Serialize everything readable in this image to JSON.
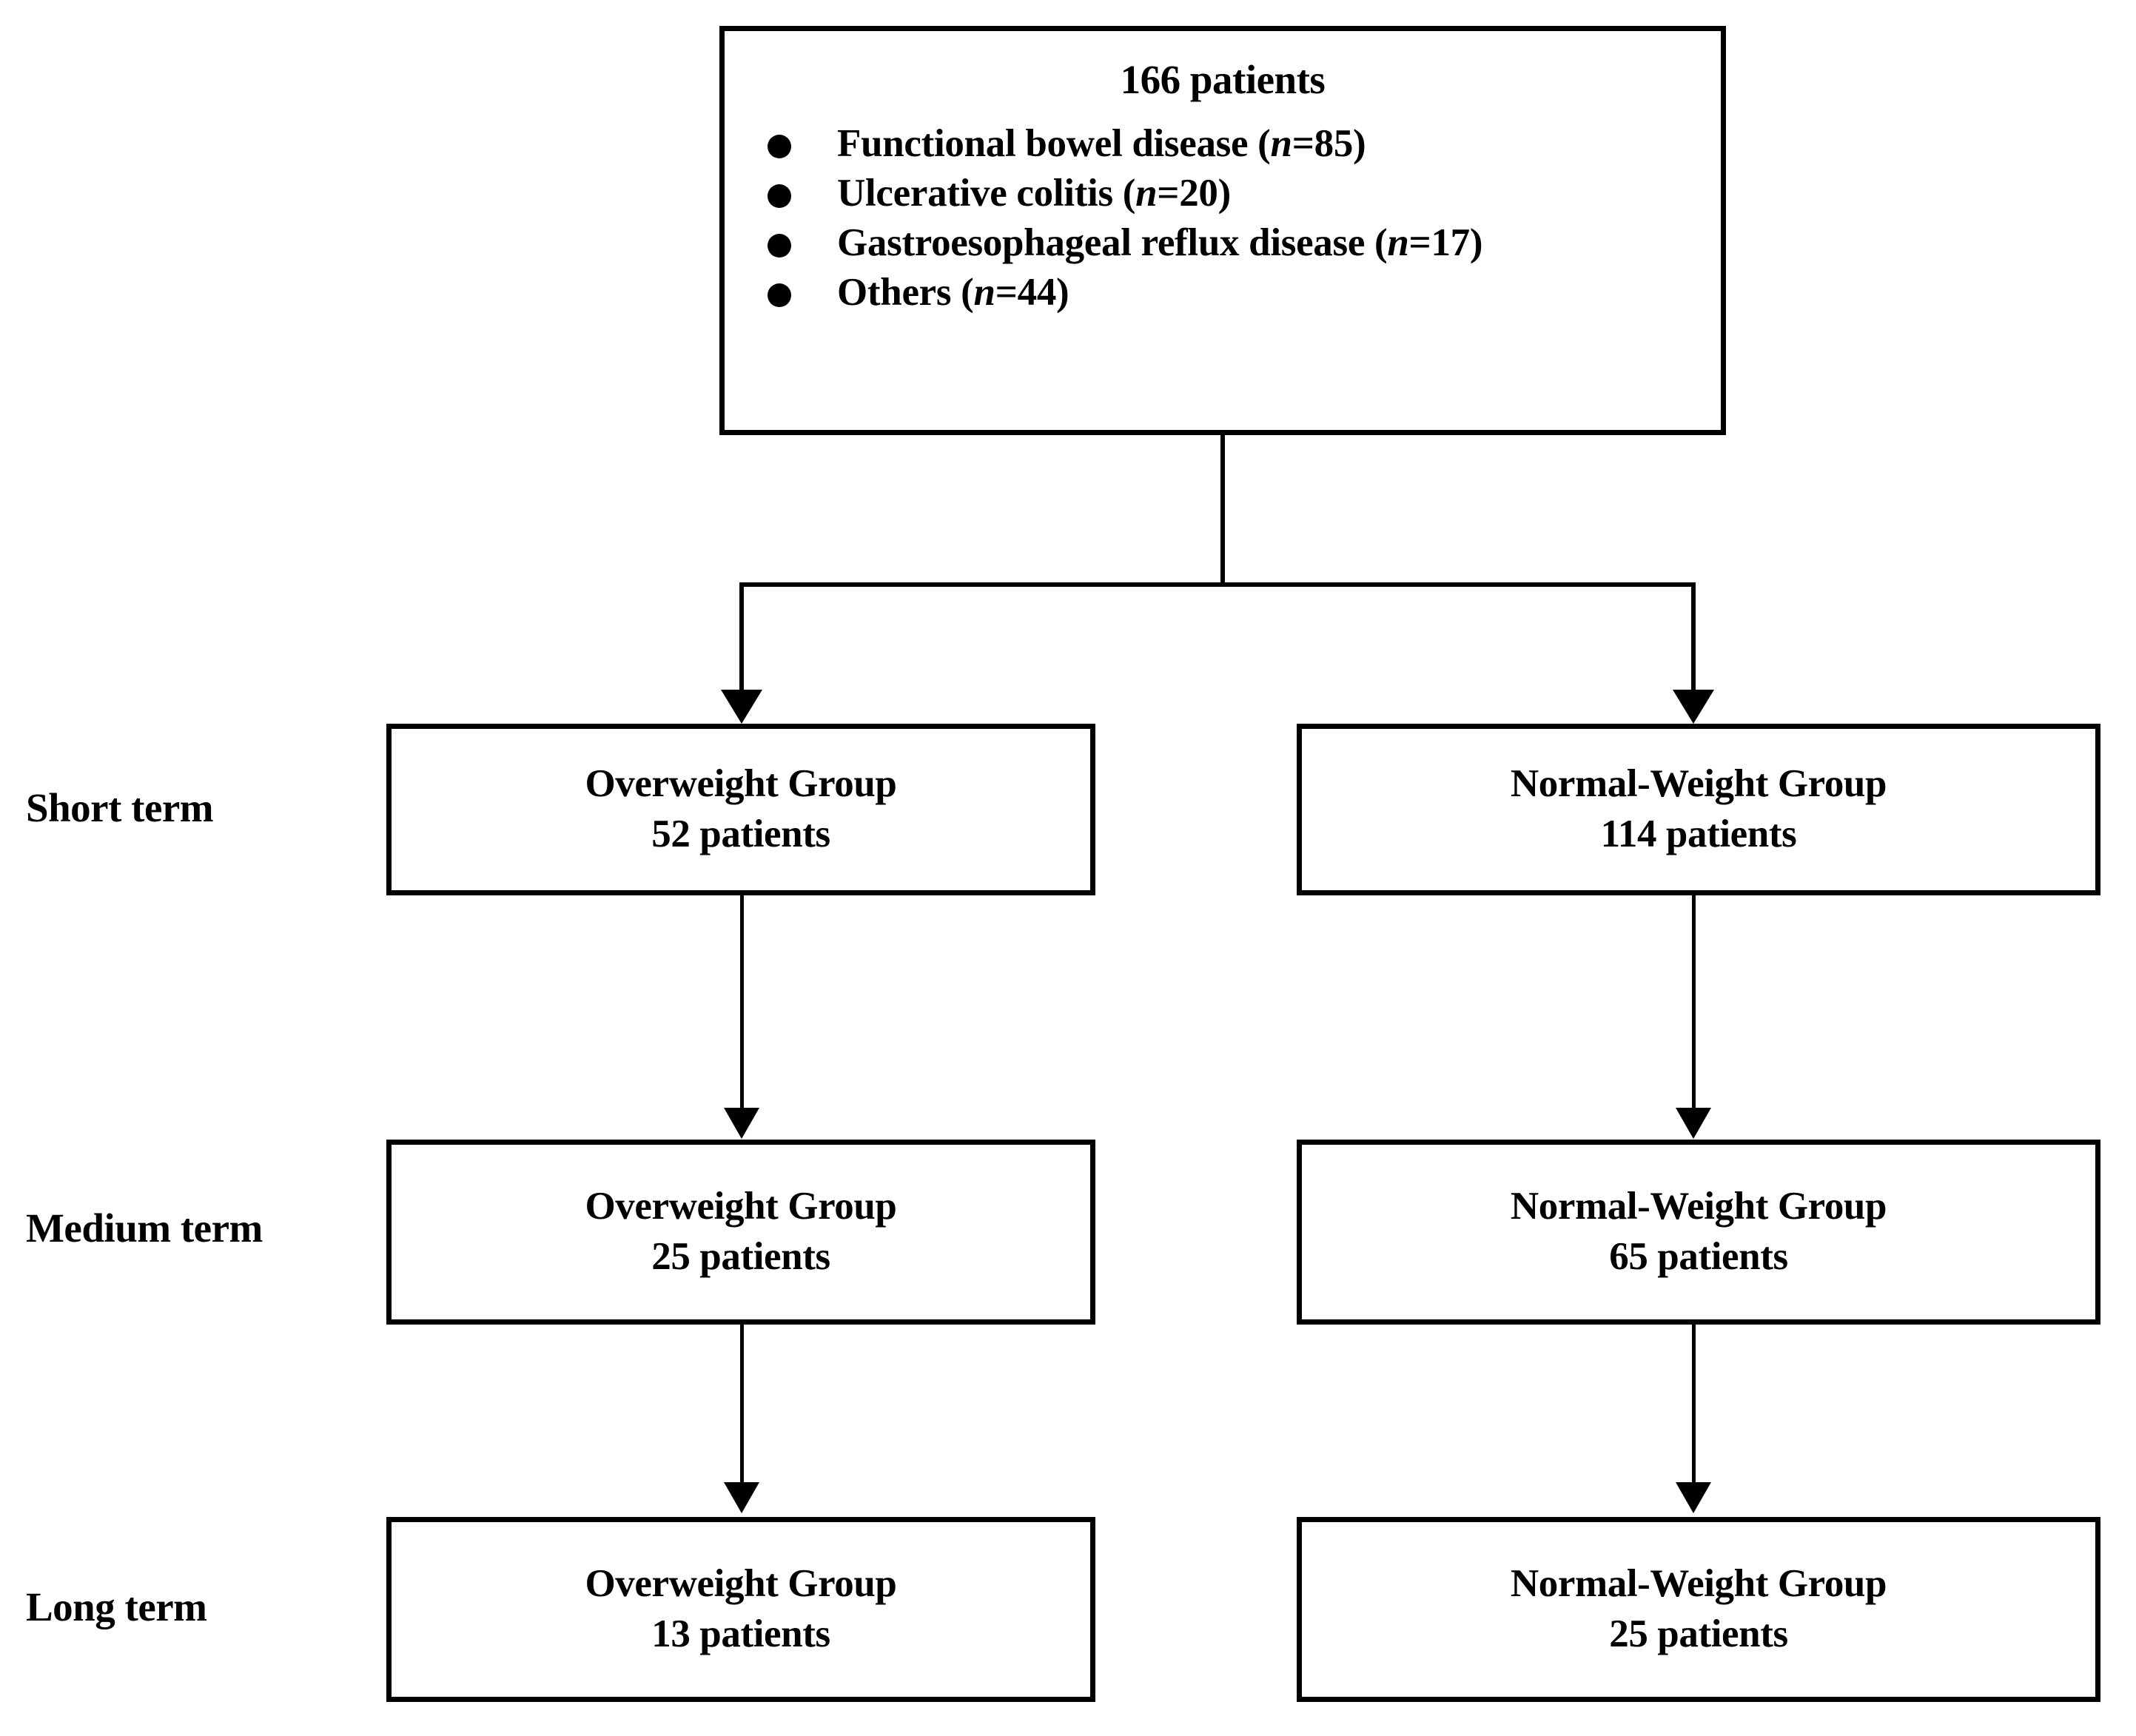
{
  "diagram": {
    "type": "patient-flow-chart",
    "top_box": {
      "title": "166 patients",
      "bullets": [
        {
          "label": "Functional bowel disease (",
          "italic_n": "n",
          "value": "=85)"
        },
        {
          "label": "Ulcerative colitis (",
          "italic_n": "n",
          "value": "=20)"
        },
        {
          "label": "Gastroesophageal reflux disease (",
          "italic_n": "n",
          "value": "=17)"
        },
        {
          "label": "Others (",
          "italic_n": "n",
          "value": "=44)"
        }
      ]
    },
    "stage_labels": {
      "short": "Short term",
      "medium": "Medium term",
      "long": "Long term"
    },
    "rows": [
      {
        "stage": "Short term",
        "left": {
          "name": "Overweight Group",
          "count": "52 patients"
        },
        "right": {
          "name": "Normal-Weight Group",
          "count": "114 patients"
        }
      },
      {
        "stage": "Medium term",
        "left": {
          "name": "Overweight Group",
          "count": "25 patients"
        },
        "right": {
          "name": "Normal-Weight Group",
          "count": "65 patients"
        }
      },
      {
        "stage": "Long term",
        "left": {
          "name": "Overweight Group",
          "count": "13 patients"
        },
        "right": {
          "name": "Normal-Weight Group",
          "count": "25 patients"
        }
      }
    ],
    "colors": {
      "line": "#000000",
      "background": "#ffffff",
      "text": "#000000"
    }
  }
}
